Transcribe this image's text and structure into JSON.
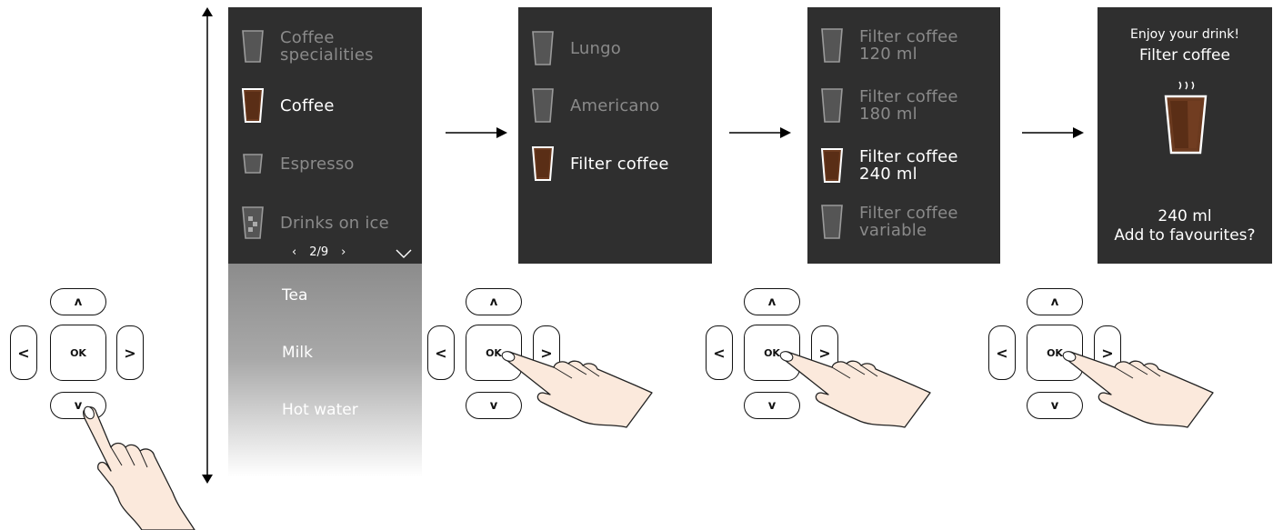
{
  "keypad": {
    "up": "ʌ",
    "down": "v",
    "left": "<",
    "right": ">",
    "ok": "OK"
  },
  "screen1": {
    "items": [
      {
        "label": "Coffee\nspecialities",
        "icon": "glass-grey-tall"
      },
      {
        "label": "Coffee",
        "icon": "glass-coffee-full"
      },
      {
        "label": "Espresso",
        "icon": "glass-grey-small"
      },
      {
        "label": "Drinks on ice",
        "icon": "glass-ice"
      }
    ],
    "page_indicator": "2/9",
    "scroll_below": [
      "Tea",
      "Milk",
      "Hot water"
    ]
  },
  "screen2": {
    "items": [
      {
        "label": "Lungo",
        "icon": "glass-grey-tall"
      },
      {
        "label": "Americano",
        "icon": "glass-grey-tall"
      },
      {
        "label": "Filter coffee",
        "icon": "glass-coffee-full"
      }
    ]
  },
  "screen3": {
    "items": [
      {
        "label": "Filter coffee\n120 ml",
        "icon": "glass-grey-tall"
      },
      {
        "label": "Filter coffee\n180 ml",
        "icon": "glass-grey-tall"
      },
      {
        "label": "Filter coffee\n240 ml",
        "icon": "glass-coffee-full"
      },
      {
        "label": "Filter coffee\nvariable",
        "icon": "glass-grey-tall"
      }
    ]
  },
  "screen4": {
    "message": "Enjoy your drink!",
    "drink": "Filter coffee",
    "volume": "240 ml",
    "prompt": "Add to favourites?",
    "icon": "steaming-coffee-glass-icon"
  },
  "colors": {
    "screen_bg": "#2f2f2f",
    "coffee": "#6b3a1f",
    "dim_text": "#8a8a8a",
    "skin": "#fbe9dc"
  }
}
